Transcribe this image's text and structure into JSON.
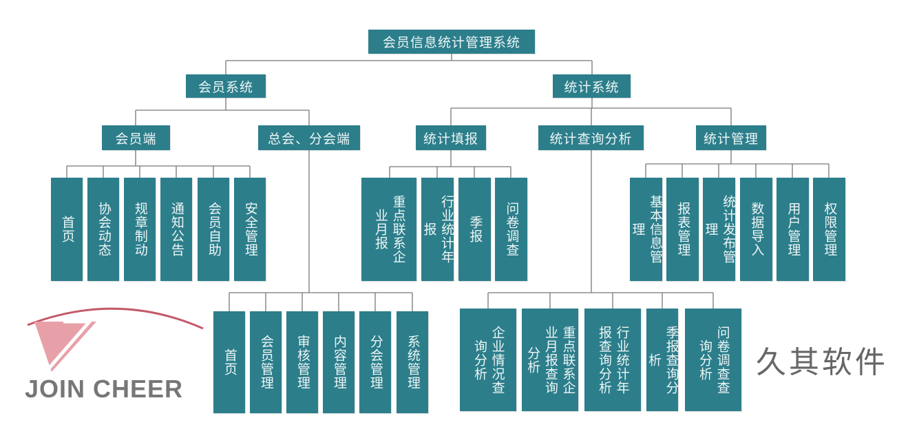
{
  "root": "会员信息统计管理系统",
  "watermark": {
    "en": "JOIN CHEER",
    "cn": "久其软件"
  },
  "member_system": {
    "label": "会员系统",
    "member_end": {
      "label": "会员端",
      "children": [
        "首页",
        "协会动态",
        "规章制动",
        "通知公告",
        "会员自助",
        "安全管理"
      ]
    },
    "branch_end": {
      "label": "总会、分会端",
      "children": [
        "首页",
        "会员管理",
        "审核管理",
        "内容管理",
        "分会管理",
        "系统管理"
      ]
    }
  },
  "stats_system": {
    "label": "统计系统",
    "fill": {
      "label": "统计填报",
      "children": [
        "重点联系企业月报",
        "行业统计年报",
        "季报",
        "问卷调查"
      ]
    },
    "query": {
      "label": "统计查询分析",
      "children": [
        "企业情况查询分析",
        "重点联系企业月报查询分析",
        "行业统计年报查询分析",
        "季报查询分析",
        "问卷调查查询分析"
      ]
    },
    "manage": {
      "label": "统计管理",
      "children": [
        "基本信息管理",
        "报表管理",
        "统计发布管理",
        "数据导入",
        "用户管理",
        "权限管理"
      ]
    }
  }
}
